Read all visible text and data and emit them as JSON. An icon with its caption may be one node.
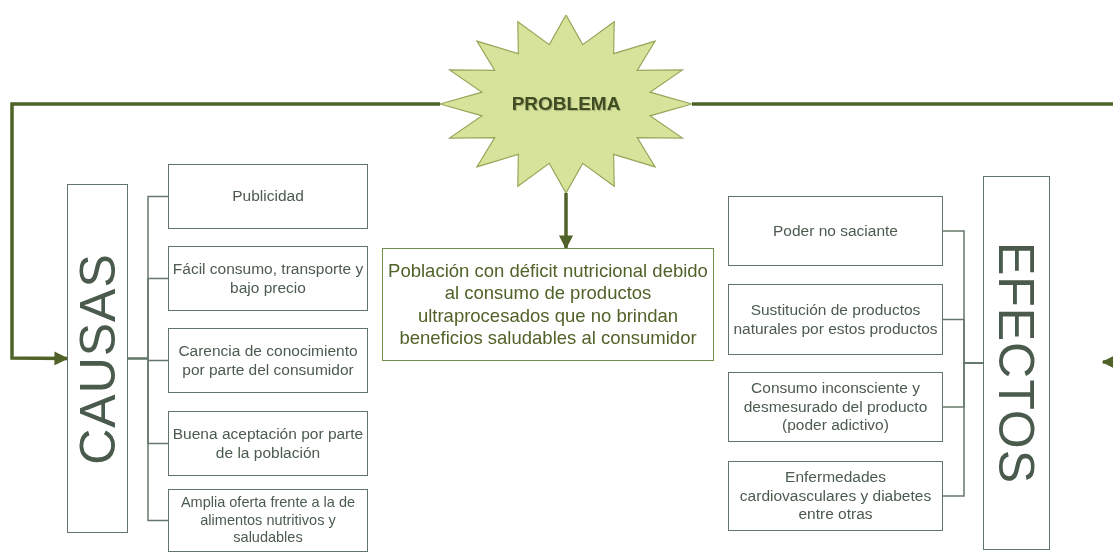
{
  "diagram": {
    "nodes": [
      {
        "text": [
          "PROBLEMA"
        ]
      },
      {
        "text": [
          "CAUSAS"
        ]
      },
      {
        "text": [
          "Publicidad"
        ]
      },
      {
        "text": [
          "Fácil consumo, transporte y bajo precio"
        ]
      },
      {
        "text": [
          "Carencia de conocimiento por parte del consumidor"
        ]
      },
      {
        "text": [
          "Buena aceptación por parte de la población"
        ]
      },
      {
        "text": [
          "Amplia oferta frente a la de alimentos nutritivos y saludables"
        ]
      },
      {
        "text": [
          "Población con déficit nutricional debido al consumo de productos ultraprocesados que no brindan beneficios saludables al consumidor"
        ]
      },
      {
        "text": [
          "Poder no saciante"
        ]
      },
      {
        "text": [
          "Sustitución de productos naturales por estos productos"
        ]
      },
      {
        "text": [
          "Consumo inconsciente y desmesurado del producto (poder adictivo)"
        ]
      },
      {
        "text": [
          "Enfermedades cardiovasculares y diabetes entre otras"
        ]
      },
      {
        "text": [
          "EFECTOS"
        ]
      }
    ],
    "edges": [
      {
        "from": 0,
        "to": 7,
        "arrow": "to",
        "style": "thick",
        "color": "#4f6228"
      },
      {
        "from": 0,
        "to": 1,
        "arrow": "to",
        "style": "thick",
        "color": "#4f6228"
      },
      {
        "from": 0,
        "to": null,
        "arrow": "to",
        "style": "thick",
        "color": "#4f6228"
      },
      {
        "from": 1,
        "to": 2,
        "arrow": "none"
      },
      {
        "from": 1,
        "to": 3,
        "arrow": "none"
      },
      {
        "from": 1,
        "to": 4,
        "arrow": "none"
      },
      {
        "from": 1,
        "to": 5,
        "arrow": "none"
      },
      {
        "from": 1,
        "to": 6,
        "arrow": "none"
      },
      {
        "from": 12,
        "to": 8,
        "arrow": "none"
      },
      {
        "from": 12,
        "to": 9,
        "arrow": "none"
      },
      {
        "from": 12,
        "to": 10,
        "arrow": "none"
      },
      {
        "from": 12,
        "to": 11,
        "arrow": "none"
      }
    ]
  }
}
